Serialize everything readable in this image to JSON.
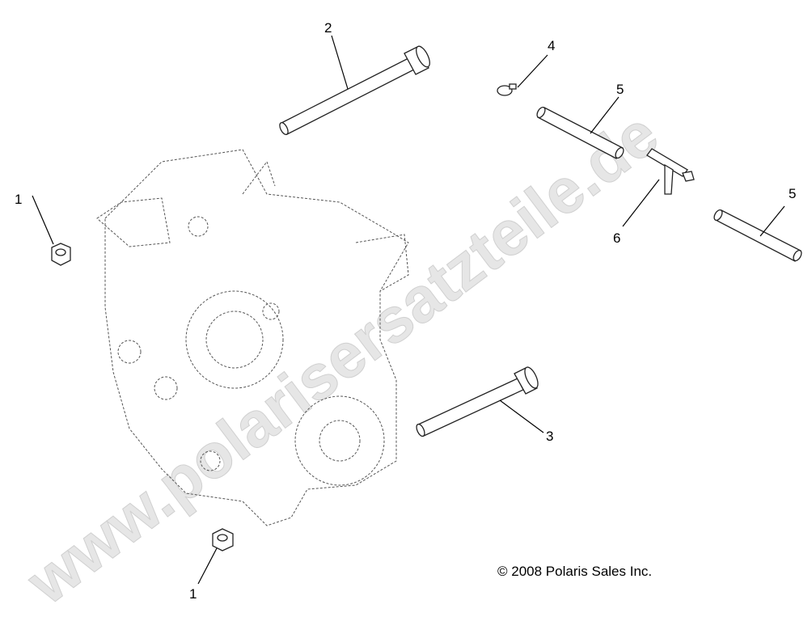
{
  "watermark": "www.polarisersatzteile.de",
  "copyright": "© 2008 Polaris Sales Inc.",
  "callouts": [
    {
      "id": "1a",
      "label": "1",
      "part": "nut"
    },
    {
      "id": "1b",
      "label": "1",
      "part": "nut"
    },
    {
      "id": "2",
      "label": "2",
      "part": "bolt"
    },
    {
      "id": "3",
      "label": "3",
      "part": "bolt"
    },
    {
      "id": "4",
      "label": "4",
      "part": "clamp"
    },
    {
      "id": "5a",
      "label": "5",
      "part": "hose"
    },
    {
      "id": "5b",
      "label": "5",
      "part": "hose"
    },
    {
      "id": "6",
      "label": "6",
      "part": "tee-fitting"
    }
  ]
}
